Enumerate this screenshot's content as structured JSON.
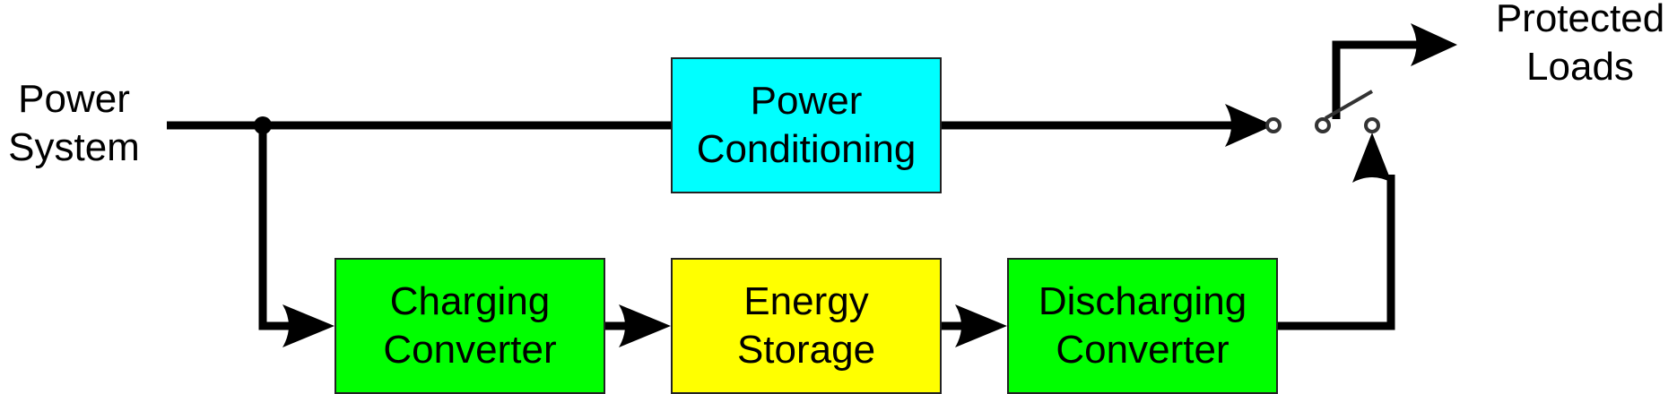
{
  "diagram": {
    "source_label": {
      "line1": "Power",
      "line2": "System"
    },
    "sink_label": {
      "line1": "Protected",
      "line2": "Loads"
    },
    "blocks": [
      {
        "id": "power-conditioning",
        "line1": "Power",
        "line2": "Conditioning",
        "color": "#00FFFF"
      },
      {
        "id": "charging-converter",
        "line1": "Charging",
        "line2": "Converter",
        "color": "#00FF00"
      },
      {
        "id": "energy-storage",
        "line1": "Energy",
        "line2": "Storage",
        "color": "#FFFF00"
      },
      {
        "id": "discharging-converter",
        "line1": "Discharging",
        "line2": "Converter",
        "color": "#00FF00"
      }
    ],
    "switch": {
      "type": "transfer-switch",
      "state": "open"
    }
  }
}
